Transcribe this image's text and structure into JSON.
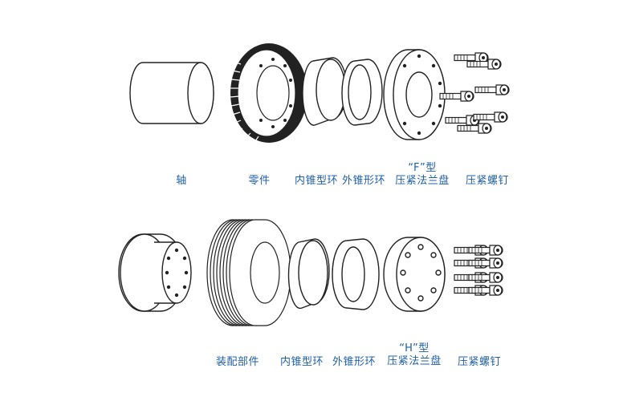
{
  "row_f": {
    "shaft": "轴",
    "part": "零件",
    "inner_cone": "内锥型环",
    "outer_cone": "外锥形环",
    "flange_l1": "“F”型",
    "flange_l2": "压紧法兰盘",
    "bolts": "压紧螺钉"
  },
  "row_h": {
    "assembly": "装配部件",
    "inner_cone": "内锥型环",
    "outer_cone": "外锥形环",
    "flange_l1": "“H”型",
    "flange_l2": "压紧法兰盘",
    "bolts": "压紧螺钉"
  },
  "colors": {
    "label": "#1f5fa8",
    "line": "#222222"
  }
}
